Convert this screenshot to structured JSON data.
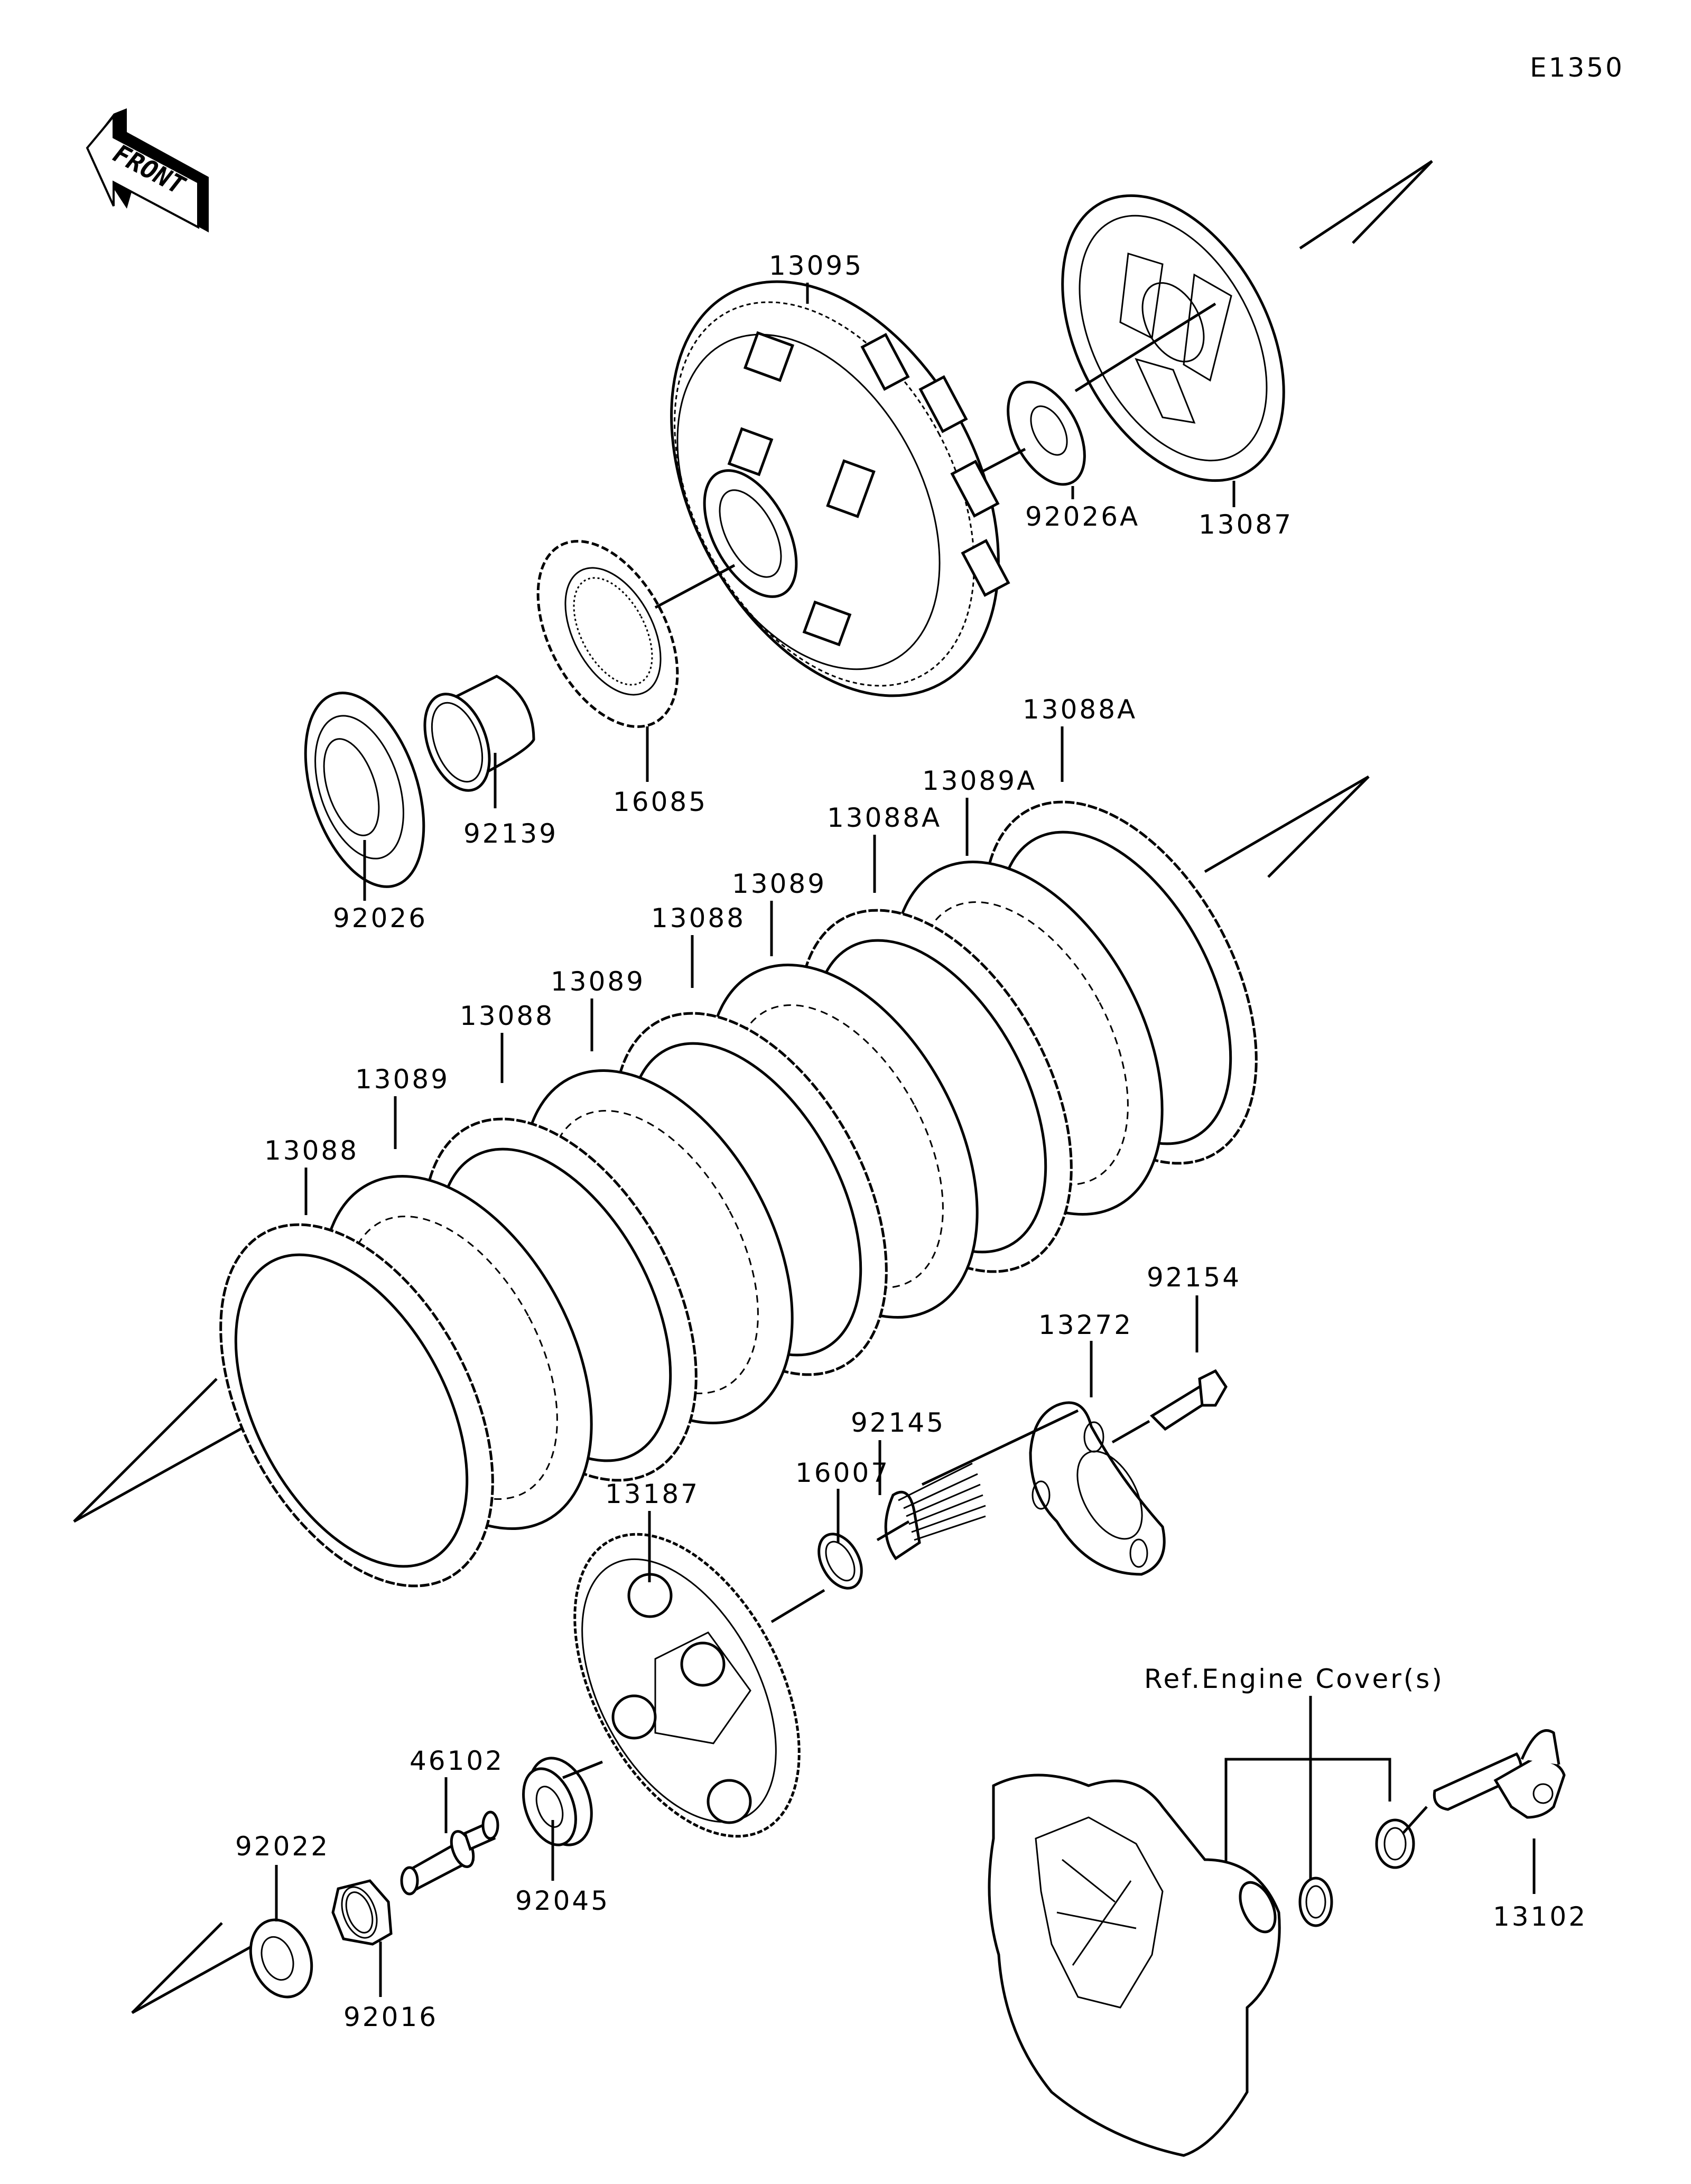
{
  "figure_code": "E1350",
  "front_indicator": {
    "label": "FRONT",
    "icon": "front-arrow-icon"
  },
  "reference_note": "Ref.Engine Cover(s)",
  "parts": [
    {
      "id": "p13095",
      "number": "13095",
      "name": "clutch-housing"
    },
    {
      "id": "p92026A",
      "number": "92026A",
      "name": "washer-a"
    },
    {
      "id": "p13087",
      "number": "13087",
      "name": "clutch-hub"
    },
    {
      "id": "p16085",
      "number": "16085",
      "name": "gear"
    },
    {
      "id": "p92139",
      "number": "92139",
      "name": "sleeve"
    },
    {
      "id": "p92026",
      "number": "92026",
      "name": "washer"
    },
    {
      "id": "p13088A_top",
      "number": "13088A",
      "name": "friction-plate-a"
    },
    {
      "id": "p13089A",
      "number": "13089A",
      "name": "steel-plate-a"
    },
    {
      "id": "p13088A_mid",
      "number": "13088A",
      "name": "friction-plate-a"
    },
    {
      "id": "p13089_1",
      "number": "13089",
      "name": "steel-plate"
    },
    {
      "id": "p13088_1",
      "number": "13088",
      "name": "friction-plate"
    },
    {
      "id": "p13089_2",
      "number": "13089",
      "name": "steel-plate"
    },
    {
      "id": "p13088_2",
      "number": "13088",
      "name": "friction-plate"
    },
    {
      "id": "p13089_3",
      "number": "13089",
      "name": "steel-plate"
    },
    {
      "id": "p13088_3",
      "number": "13088",
      "name": "friction-plate"
    },
    {
      "id": "p92154",
      "number": "92154",
      "name": "bolt"
    },
    {
      "id": "p13272",
      "number": "13272",
      "name": "spring-plate"
    },
    {
      "id": "p92145",
      "number": "92145",
      "name": "spring"
    },
    {
      "id": "p16007",
      "number": "16007",
      "name": "ring"
    },
    {
      "id": "p13187",
      "number": "13187",
      "name": "pressure-plate"
    },
    {
      "id": "p46102",
      "number": "46102",
      "name": "push-rod"
    },
    {
      "id": "p92045",
      "number": "92045",
      "name": "bearing"
    },
    {
      "id": "p92022",
      "number": "92022",
      "name": "washer"
    },
    {
      "id": "p92016",
      "number": "92016",
      "name": "nut"
    },
    {
      "id": "p13102",
      "number": "13102",
      "name": "release-lever"
    }
  ]
}
